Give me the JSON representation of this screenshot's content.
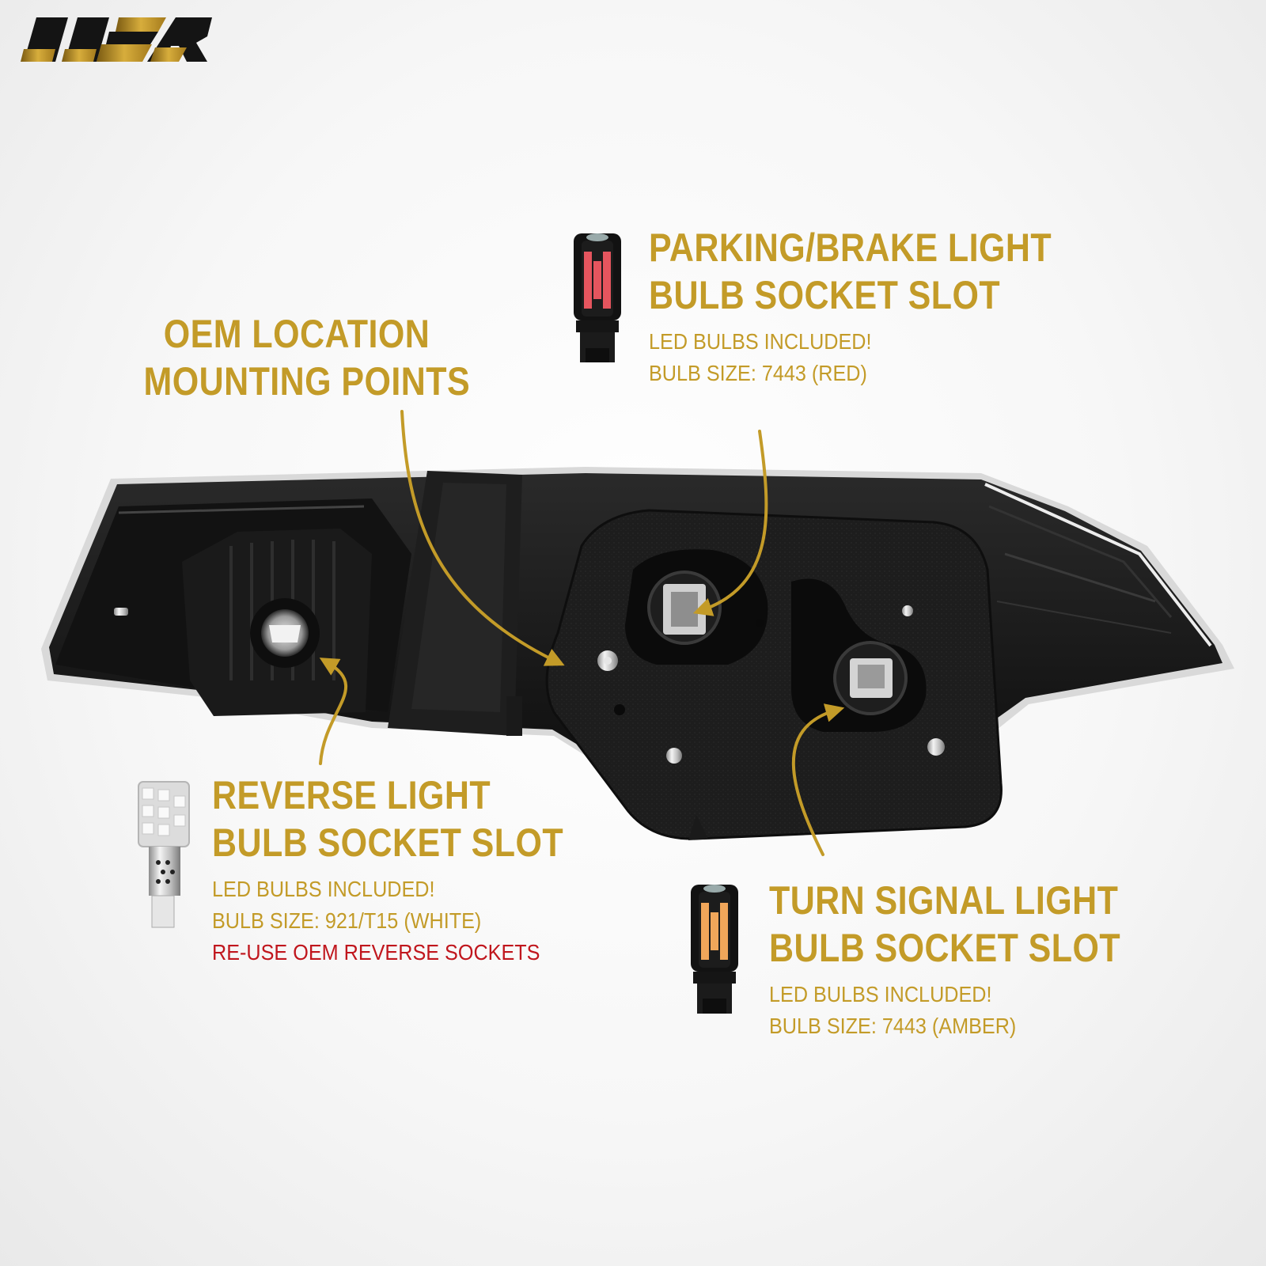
{
  "logo": {
    "text": "USR",
    "colors": [
      "#141414",
      "#c69a2a"
    ]
  },
  "accent_color": "#c39b28",
  "warning_color": "#c0161d",
  "callouts": {
    "oem": {
      "title": [
        "OEM LOCATION",
        "MOUNTING POINTS"
      ]
    },
    "parking": {
      "title": [
        "PARKING/BRAKE LIGHT",
        "BULB SOCKET SLOT"
      ],
      "details": [
        "LED BULBS INCLUDED!",
        "BULB SIZE: 7443 (RED)"
      ],
      "bulb_icon": "red-7443-led-bulb-icon"
    },
    "reverse": {
      "title": [
        "REVERSE LIGHT",
        "BULB SOCKET SLOT"
      ],
      "details": [
        "LED BULBS INCLUDED!",
        "BULB SIZE: 921/T15 (WHITE)"
      ],
      "warning": "RE-USE OEM REVERSE SOCKETS",
      "bulb_icon": "white-921-led-bulb-icon"
    },
    "turn": {
      "title": [
        "TURN SIGNAL LIGHT",
        "BULB SOCKET SLOT"
      ],
      "details": [
        "LED BULBS INCLUDED!",
        "BULB SIZE: 7443 (AMBER)"
      ],
      "bulb_icon": "amber-7443-led-bulb-icon"
    }
  },
  "product": {
    "name": "tail-light-housing-rear-view"
  }
}
